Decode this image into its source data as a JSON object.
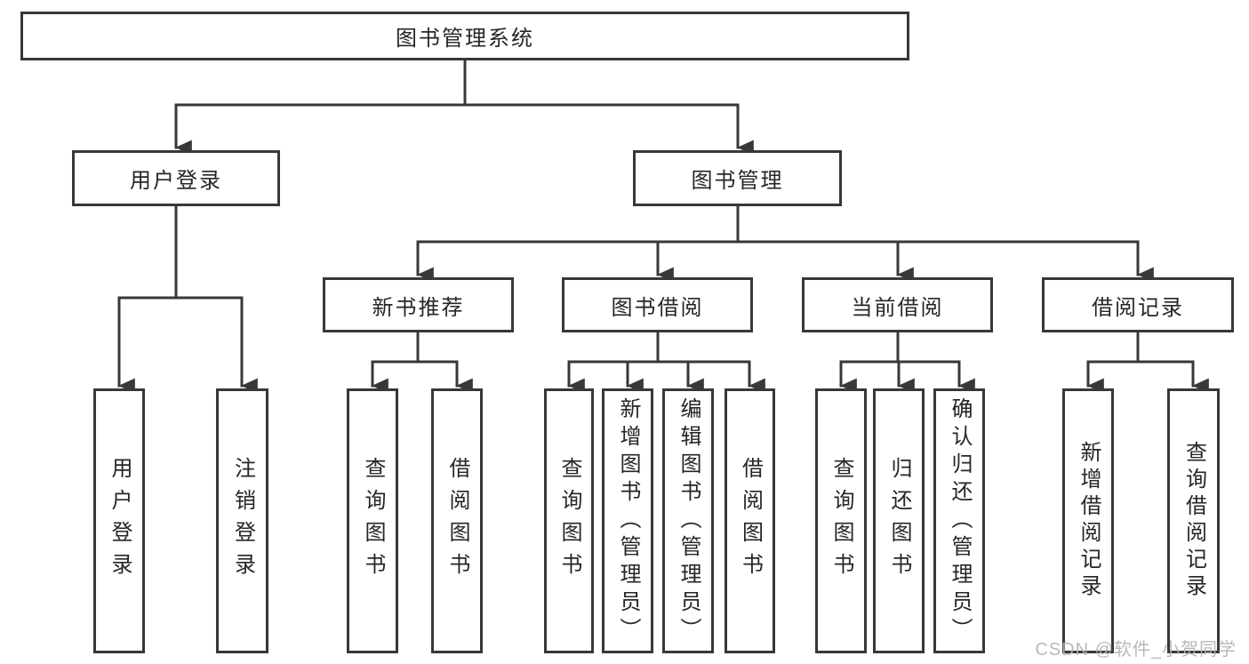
{
  "page": {
    "background": "#ffffff"
  },
  "colors": {
    "line": "#383838",
    "text": "#262626",
    "box_fill": "#ffffff",
    "watermark": "#b3b3b3"
  },
  "watermark": {
    "text": "CSDN @软件_小贺同学"
  },
  "tree": {
    "label": "图书管理系统",
    "children": [
      {
        "label": "用户登录",
        "children": [
          {
            "label": "用户登录"
          },
          {
            "label": "注销登录"
          }
        ]
      },
      {
        "label": "图书管理",
        "children": [
          {
            "label": "新书推荐",
            "children": [
              {
                "label": "查询图书"
              },
              {
                "label": "借阅图书"
              }
            ]
          },
          {
            "label": "图书借阅",
            "children": [
              {
                "label": "查询图书"
              },
              {
                "label": "新增图书（管理员）"
              },
              {
                "label": "编辑图书（管理员）"
              },
              {
                "label": "借阅图书"
              }
            ]
          },
          {
            "label": "当前借阅",
            "children": [
              {
                "label": "查询图书"
              },
              {
                "label": "归还图书"
              },
              {
                "label": "确认归还（管理员）"
              }
            ]
          },
          {
            "label": "借阅记录",
            "children": [
              {
                "label": "新增借阅记录"
              },
              {
                "label": "查询借阅记录"
              }
            ]
          }
        ]
      }
    ]
  }
}
